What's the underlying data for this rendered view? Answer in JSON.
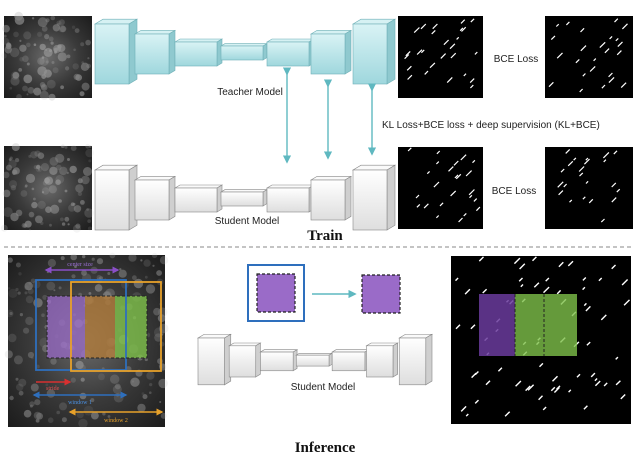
{
  "train": {
    "title": "Train",
    "teacher_label": "Teacher Model",
    "student_label": "Student Model",
    "bce_loss_top": "BCE Loss",
    "bce_loss_bottom": "BCE Loss",
    "kd_loss_label": "KL Loss+BCE loss + deep supervision (KL+BCE)"
  },
  "inference": {
    "title": "Inference",
    "student_label": "Student Model",
    "center_size": "center size",
    "stride": "stride",
    "window1": "window 1",
    "window2": "window 2"
  },
  "colors": {
    "teacher_fill": "#b9e6ea",
    "student_fill": "#f2f2f2",
    "arrow": "#5fb8c0",
    "window_blue": "#2e6fbd",
    "window_orange": "#e7a12a",
    "purple": "#9a6bc8",
    "green": "#7ec04a",
    "divider": "#888888"
  }
}
